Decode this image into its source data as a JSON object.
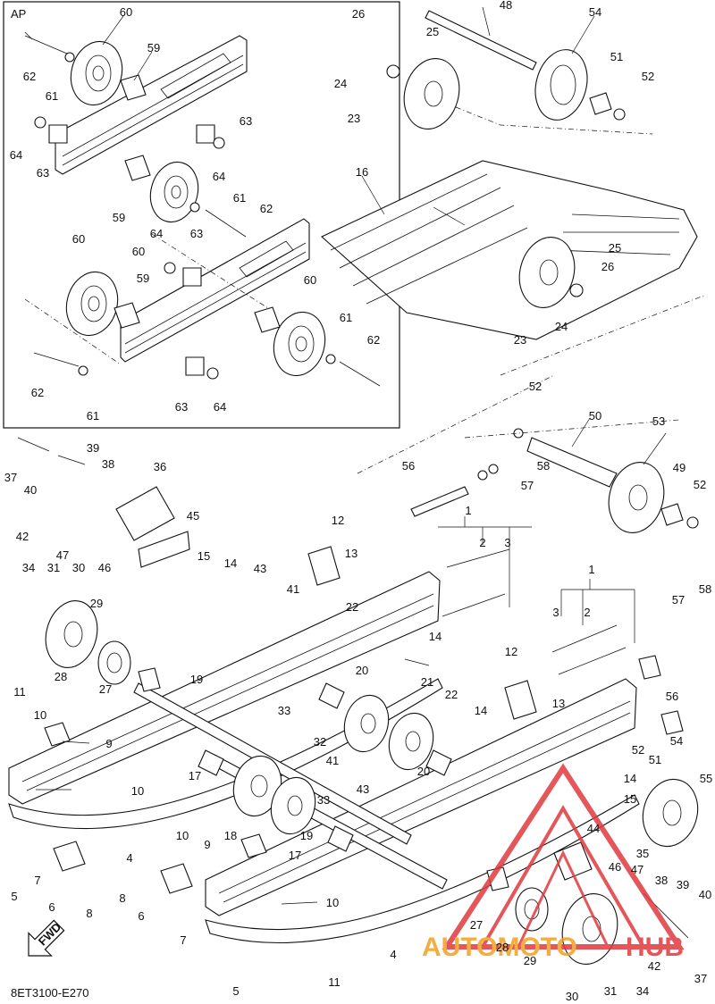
{
  "inset": {
    "label": "AP"
  },
  "fwd_label": "FWD",
  "figure_code": "8ET3100-E270",
  "watermark": {
    "brand_a": "AUTOMOTO",
    "brand_b": "HUB",
    "color_red": "#e0393e",
    "color_orange": "#f0a020"
  },
  "callouts": {
    "c1a": "1",
    "c1b": "1",
    "c2a": "2",
    "c2b": "2",
    "c3a": "3",
    "c3b": "3",
    "c4a": "4",
    "c4b": "4",
    "c5a": "5",
    "c5b": "5",
    "c6a": "6",
    "c6b": "6",
    "c7a": "7",
    "c7b": "7",
    "c8a": "8",
    "c8b": "8",
    "c9a": "9",
    "c9b": "9",
    "c10a": "10",
    "c10b": "10",
    "c10c": "10",
    "c10d": "10",
    "c11a": "11",
    "c11b": "11",
    "c12a": "12",
    "c12b": "12",
    "c13a": "13",
    "c13b": "13",
    "c14a": "14",
    "c14b": "14",
    "c14c": "14",
    "c14d": "14",
    "c15a": "15",
    "c15b": "15",
    "c16": "16",
    "c17a": "17",
    "c17b": "17",
    "c18": "18",
    "c19a": "19",
    "c19b": "19",
    "c20a": "20",
    "c20b": "20",
    "c21": "21",
    "c22a": "22",
    "c22b": "22",
    "c23a": "23",
    "c23b": "23",
    "c24a": "24",
    "c24b": "24",
    "c25a": "25",
    "c25b": "25",
    "c26a": "26",
    "c26b": "26",
    "c27a": "27",
    "c27b": "27",
    "c28a": "28",
    "c28b": "28",
    "c29a": "29",
    "c29b": "29",
    "c30a": "30",
    "c30b": "30",
    "c31a": "31",
    "c31b": "31",
    "c32": "32",
    "c33a": "33",
    "c33b": "33",
    "c34a": "34",
    "c34b": "34",
    "c35": "35",
    "c36": "36",
    "c37a": "37",
    "c37b": "37",
    "c38a": "38",
    "c38b": "38",
    "c39a": "39",
    "c39b": "39",
    "c40a": "40",
    "c40b": "40",
    "c41a": "41",
    "c41b": "41",
    "c42a": "42",
    "c42b": "42",
    "c43a": "43",
    "c43b": "43",
    "c44": "44",
    "c45": "45",
    "c46a": "46",
    "c46b": "46",
    "c47a": "47",
    "c47b": "47",
    "c48": "48",
    "c49": "49",
    "c50": "50",
    "c51a": "51",
    "c51b": "51",
    "c52a": "52",
    "c52b": "52",
    "c52c": "52",
    "c52d": "52",
    "c53": "53",
    "c54a": "54",
    "c54b": "54",
    "c55": "55",
    "c56a": "56",
    "c56b": "56",
    "c57a": "57",
    "c57b": "57",
    "c58a": "58",
    "c58b": "58",
    "c59a": "59",
    "c59b": "59",
    "c59c": "59",
    "c60a": "60",
    "c60b": "60",
    "c60c": "60",
    "c60d": "60",
    "c61a": "61",
    "c61b": "61",
    "c61c": "61",
    "c61d": "61",
    "c62a": "62",
    "c62b": "62",
    "c62c": "62",
    "c62d": "62",
    "c63a": "63",
    "c63b": "63",
    "c63c": "63",
    "c63d": "63",
    "c64a": "64",
    "c64b": "64",
    "c64c": "64",
    "c64d": "64"
  }
}
